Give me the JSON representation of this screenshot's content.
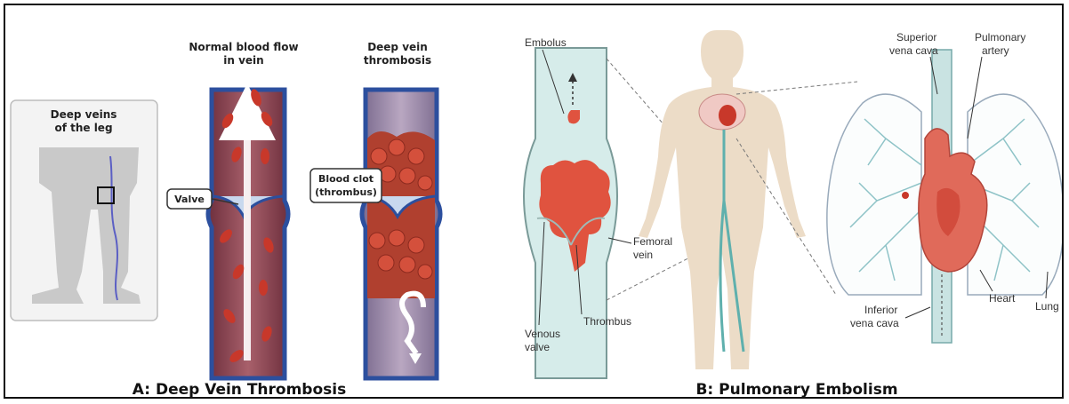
{
  "panel_a": {
    "leg_box_title_line1": "Deep veins",
    "leg_box_title_line2": "of the leg",
    "normal_flow_line1": "Normal blood flow",
    "normal_flow_line2": "in vein",
    "dvt_line1": "Deep vein",
    "dvt_line2": "thrombosis",
    "valve": "Valve",
    "clot_line1": "Blood clot",
    "clot_line2": "(thrombus)",
    "caption": "A: Deep Vein Thrombosis"
  },
  "panel_b": {
    "embolus": "Embolus",
    "femoral_line1": "Femoral",
    "femoral_line2": "vein",
    "venous_line1": "Venous",
    "venous_line2": "valve",
    "thrombus": "Thrombus",
    "svc_line1": "Superior",
    "svc_line2": "vena cava",
    "pa_line1": "Pulmonary",
    "pa_line2": "artery",
    "heart": "Heart",
    "lung": "Lung",
    "ivc_line1": "Inferior",
    "ivc_line2": "vena cava",
    "caption": "B: Pulmonary Embolism"
  },
  "colors": {
    "blood": "#c8382a",
    "clot": "#e0533f",
    "vein_wall": "#2c4f9e",
    "vein_lumen": "#8a4656",
    "body": "#ecdcc7",
    "teal_vein": "#b9dedc",
    "lung_vessel": "#8ec3c7"
  }
}
